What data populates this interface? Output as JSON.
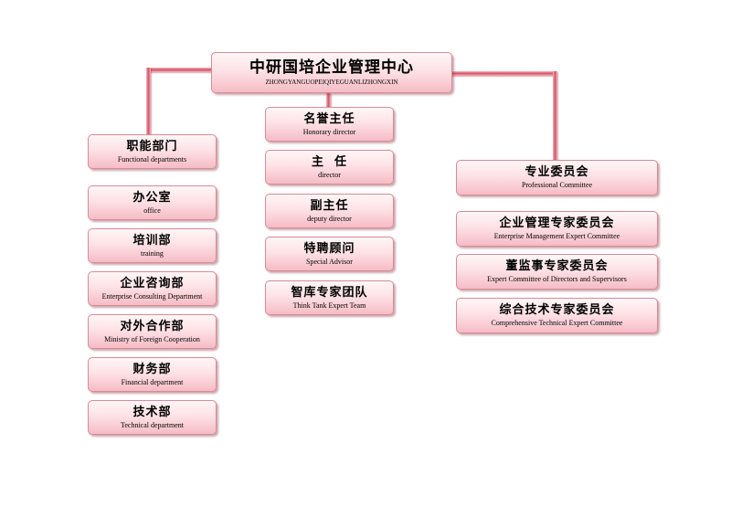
{
  "root": {
    "cn": "中研国培企业管理中心",
    "en": "ZHONGYANGUOPEIQIYEGUANLIZHONGXIN"
  },
  "left": {
    "head": {
      "cn": "职能部门",
      "en": "Functional departments"
    },
    "items": [
      {
        "cn": "办公室",
        "en": "office"
      },
      {
        "cn": "培训部",
        "en": "training"
      },
      {
        "cn": "企业咨询部",
        "en": "Enterprise Consulting Department"
      },
      {
        "cn": "对外合作部",
        "en": "Ministry of Foreign Cooperation"
      },
      {
        "cn": "财务部",
        "en": "Financial department"
      },
      {
        "cn": "技术部",
        "en": "Technical department"
      }
    ]
  },
  "middle": {
    "items": [
      {
        "cn": "名誉主任",
        "en": "Honorary director"
      },
      {
        "cn": "主  任",
        "en": "director"
      },
      {
        "cn": "副主任",
        "en": "deputy director"
      },
      {
        "cn": "特聘顾问",
        "en": "Special Advisor"
      },
      {
        "cn": "智库专家团队",
        "en": "Think Tank Expert Team"
      }
    ]
  },
  "right": {
    "head": {
      "cn": "专业委员会",
      "en": "Professional Committee"
    },
    "items": [
      {
        "cn": "企业管理专家委员会",
        "en": "Enterprise Management Expert Committee"
      },
      {
        "cn": "董监事专家委员会",
        "en": "Expert Committee of Directors and Supervisors"
      },
      {
        "cn": "综合技术专家委员会",
        "en": "Comprehensive Technical Expert Committee"
      }
    ]
  },
  "colors": {
    "connector": "#d64f62",
    "box_top": "#fff6f7",
    "box_bottom": "#f6bcc5",
    "box_border": "#d98a96"
  }
}
